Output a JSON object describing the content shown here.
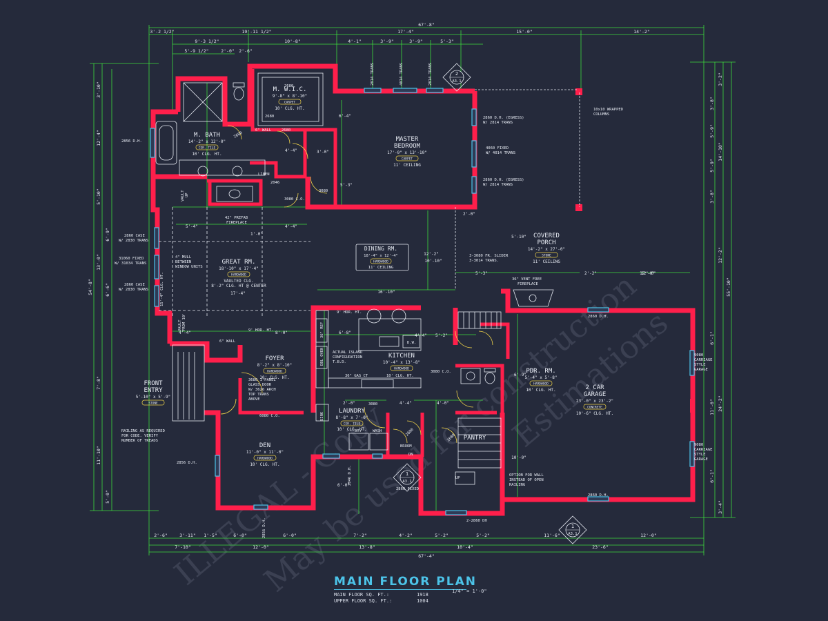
{
  "title": "MAIN FLOOR PLAN",
  "scale": "1/4\" = 1'-0\"",
  "sqft": [
    {
      "label": "MAIN FLOOR SQ. FT.:",
      "value": "1918"
    },
    {
      "label": "UPPER FLOOR SQ. FT.:",
      "value": "1004"
    }
  ],
  "watermark": [
    "ILLEGAL - Copy",
    "May be used for construction",
    "Estimations"
  ],
  "colors": {
    "background": "#252a3b",
    "wall": "#ff1f4b",
    "dimension": "#3ddc3d",
    "text": "#e8ecf4",
    "accent": "#4cc3e8",
    "highlight": "#f2d54a",
    "badge": "#f2d54a"
  },
  "rooms": {
    "mwic": {
      "name": "M. W.I.C.",
      "size": "9'-8\" x 8'-10\"",
      "floor": "CARPET",
      "ceiling": "10' CLG. HT."
    },
    "mbath": {
      "name": "M. BATH",
      "size": "14'-2\" x 12'-0\"",
      "floor": "CER. TILE",
      "ceiling": "10' CLG. HT."
    },
    "master": {
      "name1": "MASTER",
      "name2": "BEDROOM",
      "size": "17'-0\" x 13'-10\"",
      "floor": "CARPET",
      "ceiling": "11' CEILING"
    },
    "porch": {
      "name1": "COVERED",
      "name2": "PORCH",
      "size": "14'-2\" x 27'-0\"",
      "floor": "STONE",
      "ceiling": "11' CEILING"
    },
    "dining": {
      "name": "DINING RM.",
      "size": "18'-4\" x 12'-4\"",
      "floor": "HARDWOOD",
      "ceiling": "11' CEILING"
    },
    "great": {
      "name": "GREAT RM.",
      "size": "18'-10\" x 17'-4\"",
      "floor": "HARDWOOD",
      "c1": "VAULTED CLG.",
      "c2": "8'-2\" CLG. HT @ CENTER"
    },
    "kitchen": {
      "name": "KITCHEN",
      "size": "10'-4\" x 13'-8\"",
      "floor": "HARDWOOD"
    },
    "foyer": {
      "name": "FOYER",
      "size": "8'-2\" x 8'-10\"",
      "floor": "HARDWOOD",
      "ceiling": "10' CLG. HT."
    },
    "entry": {
      "name1": "FRONT",
      "name2": "ENTRY",
      "size": "5'-10\" x 5'-9\"",
      "floor": "STONE"
    },
    "den": {
      "name": "DEN",
      "size": "11'-0\" x 11'-0\"",
      "floor": "HARDWOOD",
      "ceiling": "10' CLG. HT."
    },
    "laundry": {
      "name": "LAUNDRY",
      "size": "8'-8\" x 7'-0\"",
      "floor": "CER. TILE",
      "ceiling": "10' CLG. HT."
    },
    "pdr": {
      "name": "PDR. RM.",
      "size": "5'-4\" x 5'-8\"",
      "floor": "HARDWOOD",
      "ceiling": "10' CLG. HT."
    },
    "pantry": {
      "name": "PANTRY"
    },
    "garage": {
      "name1": "2 CAR",
      "name2": "GARAGE",
      "size": "23'-0\" x 23'-2\"",
      "floor": "CONCRETE",
      "ceiling": "10'-6\" CLG. HT."
    }
  },
  "notes": {
    "columns1": "10x10 WRAPPED",
    "columns2": "COLUMNS",
    "egress1a": "2860 D.H. (EGRESS)",
    "egress1b": "W/ 2814 TRANS",
    "fixed1": "4060 FIXED",
    "fixed2": "W/ 4014 TRANS",
    "egress2a": "2860 D.H. (EGRESS)",
    "egress2b": "W/ 2814 TRANS",
    "slider1": "3-3080 FR. SLIDER",
    "slider2": "3-3014 TRANS.",
    "fireplace1": "36\" VENT FREE",
    "fireplace2": "FIREPLACE",
    "prefab1": "42\" PREFAB",
    "prefab2": "FIREPLACE",
    "mull1": "4\" MULL",
    "mull2": "BETWEEN",
    "mull3": "WINDOW UNITS",
    "case1a": "2860 CASE",
    "case1b": "W/ 2830 TRANS",
    "fixedw1": "31060 FIXED",
    "fixedw2": "W/ 31034 TRANS",
    "case2a": "2860 CASE",
    "case2b": "W/ 2830 TRANS",
    "island1": "ACTUAL ISLAND",
    "island2": "CONFIGURATION",
    "island3": "T.B.D.",
    "gas": "36\" GAS CT",
    "clg10": "10' CLG. HT.",
    "hdr": "9' HDR. HT.",
    "ref": "36\" REF",
    "oven": "DBL OVEN",
    "dw": "D.W.",
    "glass1": "3680 1-PANEL",
    "glass2": "GLASS DOOR",
    "glass3": "W/ 3626 ARCH",
    "glass4": "TOP TRANS",
    "glass5": "ABOVE",
    "rail1": "RAILING AS REQUIRED",
    "rail2": "FOR CODE. VERIFY",
    "rail3": "NUMBER OF TREADS",
    "opt1": "OPTION FOR WALL",
    "opt2": "INSTEAD OF OPEN",
    "opt3": "RAILING",
    "carriage1": "9080",
    "carriage2": "CARRIAGE",
    "carriage3": "STYLE",
    "carriage4": "GARAGE",
    "linen": "LINEN",
    "broom": "BROOM",
    "sink": "SINK",
    "dry": "DRY",
    "wash": "WASH",
    "vault1": "VAULT",
    "vault2": "UP",
    "vault3": "VAULT",
    "vault4": "FROM 10'",
    "wall6a": "6\" WALL",
    "wall6b": "6\" WALL",
    "clg15": "15'-4\" CLG. HT.",
    "d2856a": "2856 D.H.",
    "d2860a": "2860 D.H.",
    "d2860b": "2860 D.H.",
    "d2856b": "2856 D.H.",
    "d2856c": "2856 D.H.",
    "fixed2860": "2860 FIXED",
    "dh2860": "2-2860 DH",
    "d3080a": "3080",
    "d3080b": "3080 C.O.",
    "d3080c": "3080 C.O.",
    "d3080d": "3080",
    "d6080": "6080 C.O.",
    "d2680a": "2680",
    "d2680b": "2680",
    "d2680c": "2680",
    "d2680d": "2680",
    "d2680e": "2680",
    "d2680f": "2680",
    "d2046a": "2046",
    "d2046b": "2046 D.H.",
    "trans1": "2814 TRANS",
    "trans2": "4014 TRANS",
    "trans3": "2814 TRANS",
    "up": "UP",
    "dn": "DN",
    "sec2": "2",
    "sec2s": "A3.1",
    "sec1a": "1",
    "sec1as": "A3.1",
    "sec1b": "1",
    "sec1bs": "A3.1"
  },
  "dims": {
    "top_overall": "67'-8\"",
    "bottom_overall": "67'-4\"",
    "top1": [
      "3'-2 1/2\"",
      "19'-11 1/2\"",
      "17'-4\"",
      "15'-0\"",
      "14'-2\""
    ],
    "top2": [
      "9'-3 1/2\"",
      "10'-8\"",
      "4'-1\"",
      "3'-9\"",
      "3'-9\"",
      "5'-3\""
    ],
    "top3": [
      "5'-9 1/2\"",
      "2'-0\"",
      "2'-6\""
    ],
    "bottom1": [
      "2'-6\"",
      "3'-11\"",
      "1'-5\"",
      "6'-0\"",
      "6'-0\"",
      "7'-2\"",
      "4'-2\"",
      "5'-2\"",
      "5'-2\"",
      "11'-6\"",
      "12'-0\""
    ],
    "bottom2": [
      "7'-10\"",
      "12'-0\"",
      "13'-8\"",
      "10'-4\"",
      "23'-6\""
    ],
    "left_overall": "54'-8\"",
    "right_overall": "55'-10\"",
    "left1": [
      "3'-10\"",
      "12'-4\"",
      "5'-10\"",
      "6'-9\"",
      "13'-0\"",
      "6'-6\"",
      "7'-8\"",
      "11'-10\"",
      "5'-0\""
    ],
    "right1": [
      "3'-2\"",
      "14'-10\"",
      "12'-2\"",
      "24'-2\"",
      "3'-4\""
    ],
    "right2": [
      "3'-8\"",
      "5'-9\"",
      "5'-9\"",
      "3'-8\"",
      "6'-1\"",
      "11'-0\"",
      "6'-1\""
    ],
    "inner": [
      "5'-4\"",
      "4'-4\"",
      "8'-0\"",
      "6'-8\"",
      "1'-0\"",
      "16'-10\"",
      "12'-0\"",
      "5'-3\"",
      "2'-0\"",
      "4'-4\"",
      "2'-0\"",
      "2'-2\"",
      "10'-0\"",
      "4'-0\"",
      "6'-0\"",
      "12'-0\"",
      "17'-4\"",
      "4'-4\"",
      "3'-0\"",
      "5'-2\"",
      "4'-4\"",
      "4'-4\"",
      "6'-4\"",
      "5'-3\"",
      "10'-10\"",
      "6'-9\"",
      "12'-2\"",
      "5'-10\""
    ]
  }
}
